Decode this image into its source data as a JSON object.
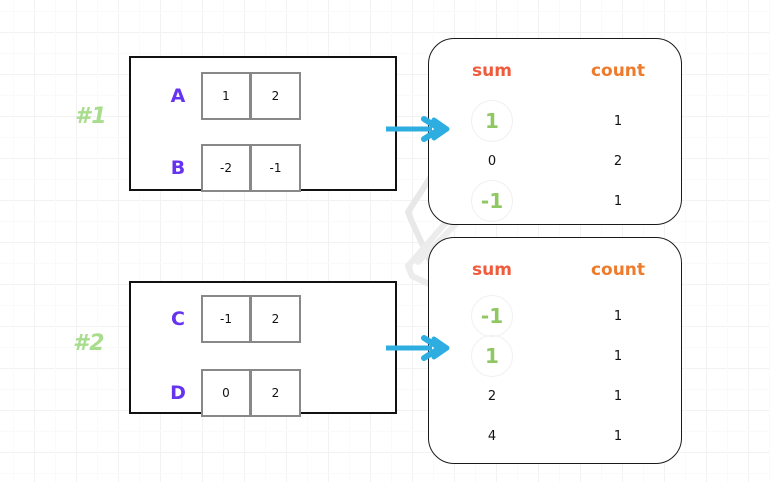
{
  "diagram": {
    "title": "sum-count aggregation merge diagram",
    "colors": {
      "group_label": "#a8dd8d",
      "row_name": "#6633ee",
      "header_sum": "#ef5b3c",
      "header_count": "#ee7b2c",
      "highlight_value": "#8fc862",
      "arrow": "#2eaee0",
      "connector": "#e6e6e6",
      "box_border": "#111111",
      "cell_border": "#888888",
      "grid": "#f2f2f2"
    },
    "groups": [
      {
        "label": "#1",
        "rows": [
          {
            "name": "A",
            "cells": [
              "1",
              "2"
            ]
          },
          {
            "name": "B",
            "cells": [
              "-2",
              "-1"
            ]
          }
        ]
      },
      {
        "label": "#2",
        "rows": [
          {
            "name": "C",
            "cells": [
              "-1",
              "2"
            ]
          },
          {
            "name": "D",
            "cells": [
              "0",
              "2"
            ]
          }
        ]
      }
    ],
    "tables": [
      {
        "headers": {
          "sum": "sum",
          "count": "count"
        },
        "rows": [
          {
            "sum": "1",
            "count": "1",
            "highlight": true
          },
          {
            "sum": "0",
            "count": "2",
            "highlight": false
          },
          {
            "sum": "-1",
            "count": "1",
            "highlight": true
          }
        ]
      },
      {
        "headers": {
          "sum": "sum",
          "count": "count"
        },
        "rows": [
          {
            "sum": "-1",
            "count": "1",
            "highlight": true
          },
          {
            "sum": "1",
            "count": "1",
            "highlight": true
          },
          {
            "sum": "2",
            "count": "1",
            "highlight": false
          },
          {
            "sum": "4",
            "count": "1",
            "highlight": false
          }
        ]
      }
    ],
    "arrows": [
      {
        "name": "arrow-group-1-to-table-1"
      },
      {
        "name": "arrow-group-2-to-table-2"
      }
    ],
    "connectors": [
      {
        "name": "connector-table1-sum-1-to-table2-sum-1"
      },
      {
        "name": "connector-table1-sum-minus1-to-table2-sum-minus1"
      }
    ]
  }
}
